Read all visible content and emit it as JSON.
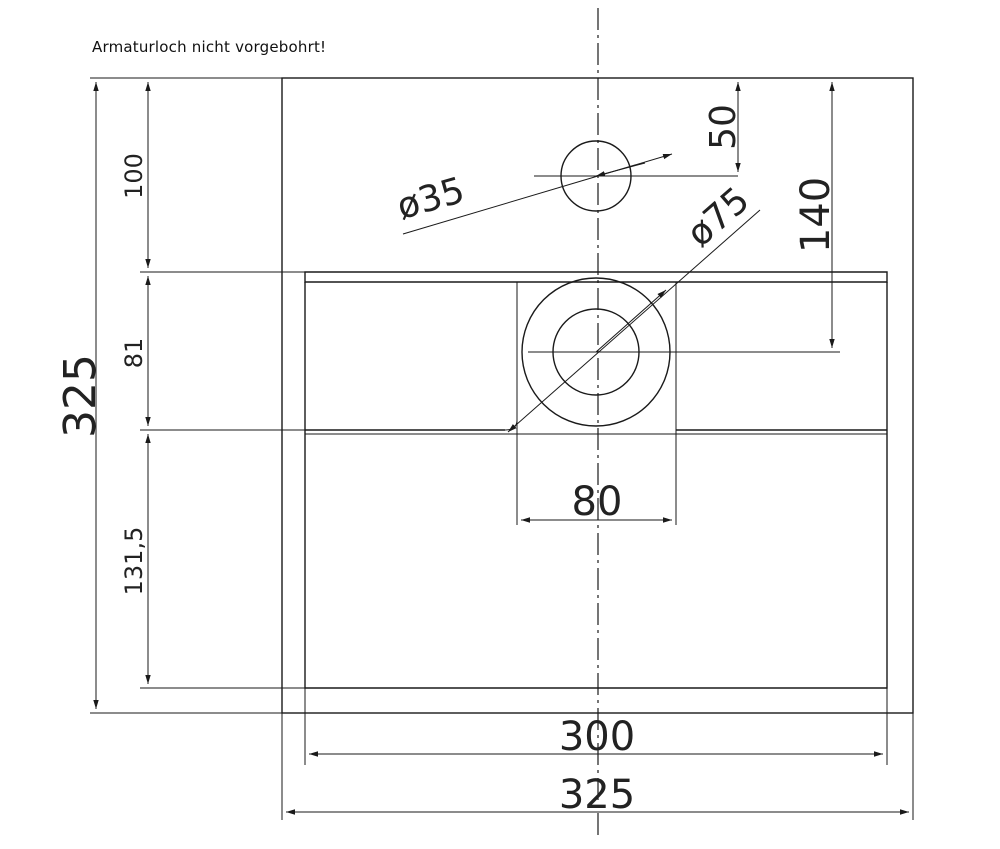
{
  "note": "Armaturloch nicht vorgebohrt!",
  "dimensions": {
    "overall_height": "325",
    "top_to_rim": "100",
    "rim_to_drain": "81",
    "bowl_depth": "131,5",
    "tap_hole_from_edge": "50",
    "drain_from_edge": "140",
    "tap_hole_dia": "ø35",
    "drain_dia": "ø75",
    "drain_width": "80",
    "bowl_width": "300",
    "overall_width": "325"
  }
}
